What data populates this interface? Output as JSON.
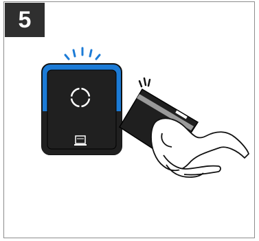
{
  "step": {
    "number": "5"
  },
  "illustration": {
    "reader_icon": "card-reader",
    "card_icon": "access-card",
    "hand_icon": "hand",
    "colors": {
      "reader_accent": "#1c7bd6",
      "reader_body": "#202020",
      "frame_border": "#8c8c8c",
      "badge_bg": "#2f2f2f"
    }
  }
}
